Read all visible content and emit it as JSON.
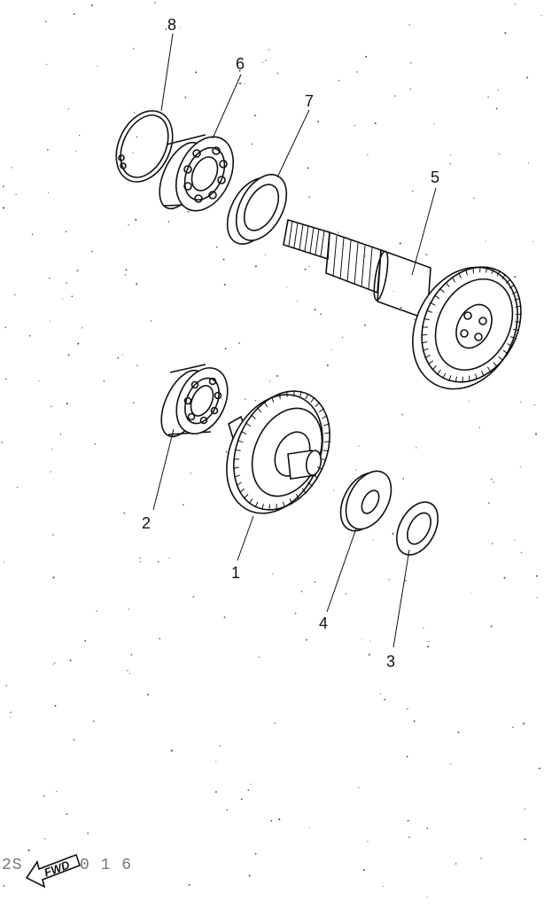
{
  "callouts": [
    "1",
    "2",
    "3",
    "4",
    "5",
    "6",
    "7",
    "8"
  ],
  "fwd_label": "FWD",
  "code_left": "2S",
  "code_right": "0 1 6",
  "colors": {
    "ink": "#111111",
    "paper": "#ffffff"
  }
}
